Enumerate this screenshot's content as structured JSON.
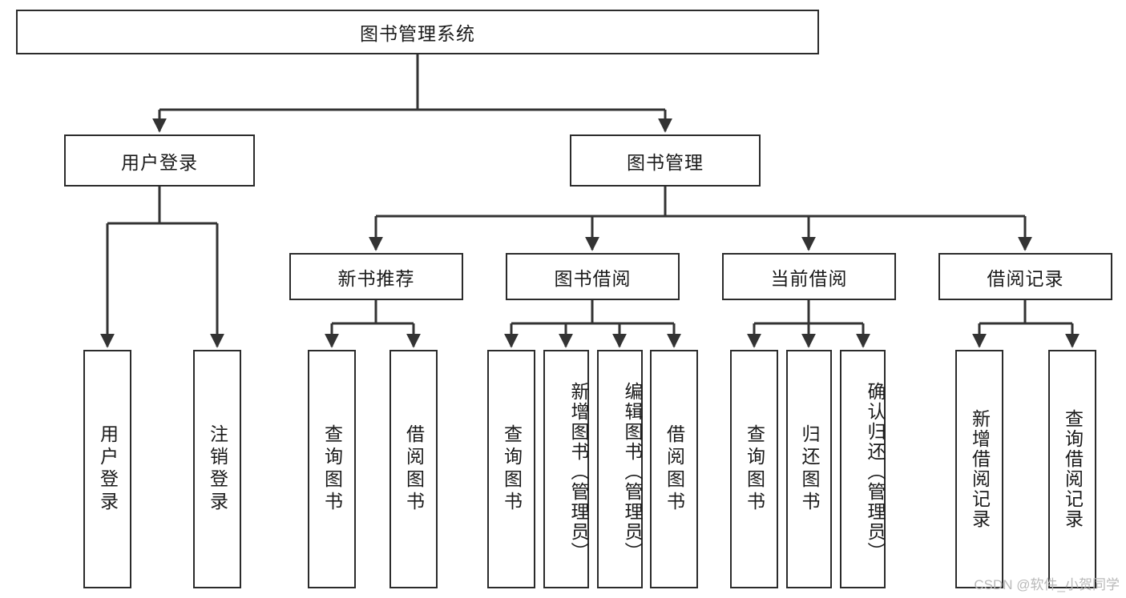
{
  "diagram": {
    "title": "图书管理系统",
    "type": "tree",
    "watermark": "CSDN @软件_小贺同学",
    "colors": {
      "box_border": "#2b2b2b",
      "box_fill": "#ffffff",
      "connector": "#333333",
      "text": "#1a1a1a",
      "watermark": "#b9b9b9",
      "background": "#ffffff"
    },
    "root": {
      "label": "图书管理系统"
    },
    "level2": [
      {
        "label": "用户登录"
      },
      {
        "label": "图书管理"
      }
    ],
    "level3": [
      {
        "label": "新书推荐"
      },
      {
        "label": "图书借阅"
      },
      {
        "label": "当前借阅"
      },
      {
        "label": "借阅记录"
      }
    ],
    "leaves": {
      "user_login": [
        {
          "label": "用户登录"
        },
        {
          "label": "注销登录"
        }
      ],
      "new_book_recommend": [
        {
          "label": "查询图书"
        },
        {
          "label": "借阅图书"
        }
      ],
      "book_borrow": [
        {
          "label": "查询图书"
        },
        {
          "label": "新增图书（管理员）"
        },
        {
          "label": "编辑图书（管理员）"
        },
        {
          "label": "借阅图书"
        }
      ],
      "current_borrow": [
        {
          "label": "查询图书"
        },
        {
          "label": "归还图书"
        },
        {
          "label": "确认归还（管理员）"
        }
      ],
      "borrow_record": [
        {
          "label": "新增借阅记录"
        },
        {
          "label": "查询借阅记录"
        }
      ]
    }
  }
}
